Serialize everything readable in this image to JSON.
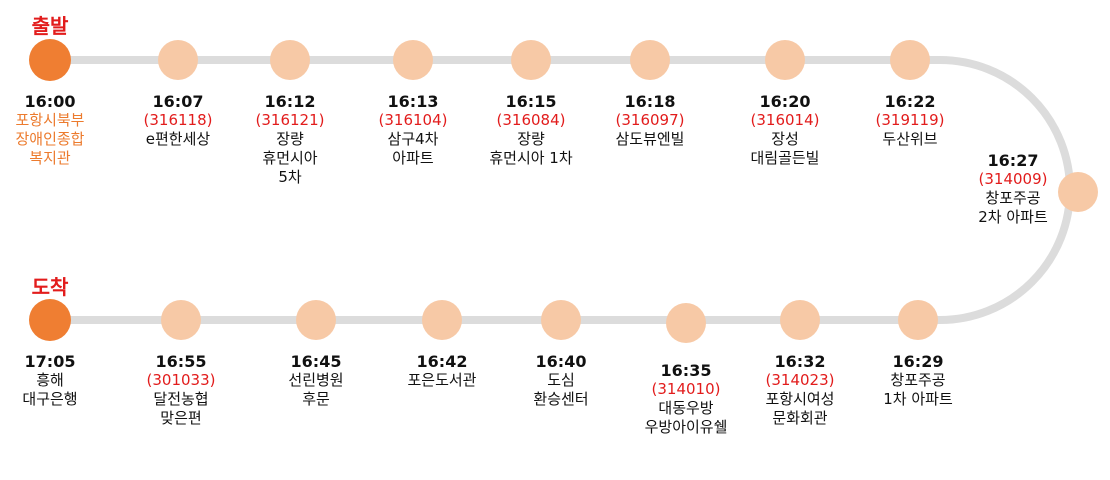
{
  "colors": {
    "track": "#dcdcdc",
    "stop": "#f7c9a6",
    "terminal": "#ef7e32",
    "code": "#e21c1c",
    "origin_name": "#ec7b2e",
    "tag": "#e21c1c"
  },
  "labels": {
    "start": "출발",
    "end": "도착"
  },
  "stops": [
    {
      "time": "16:00",
      "code": "",
      "name": [
        "포항시북부",
        "장애인종합",
        "복지관"
      ],
      "terminal": true
    },
    {
      "time": "16:07",
      "code": "(316118)",
      "name": [
        "e편한세상"
      ]
    },
    {
      "time": "16:12",
      "code": "(316121)",
      "name": [
        "장량",
        "휴먼시아",
        "5차"
      ]
    },
    {
      "time": "16:13",
      "code": "(316104)",
      "name": [
        "삼구4차",
        "아파트"
      ]
    },
    {
      "time": "16:15",
      "code": "(316084)",
      "name": [
        "장량",
        "휴먼시아 1차"
      ]
    },
    {
      "time": "16:18",
      "code": "(316097)",
      "name": [
        "삼도뷰엔빌"
      ]
    },
    {
      "time": "16:20",
      "code": "(316014)",
      "name": [
        "장성",
        "대림골든빌"
      ]
    },
    {
      "time": "16:22",
      "code": "(319119)",
      "name": [
        "두산위브"
      ]
    },
    {
      "time": "16:27",
      "code": "(314009)",
      "name": [
        "창포주공",
        "2차 아파트"
      ]
    },
    {
      "time": "16:29",
      "code": "",
      "name": [
        "창포주공",
        "1차 아파트"
      ]
    },
    {
      "time": "16:32",
      "code": "(314023)",
      "name": [
        "포항시여성",
        "문화회관"
      ]
    },
    {
      "time": "16:35",
      "code": "(314010)",
      "name": [
        "대동우방",
        "우방아이유쉘"
      ]
    },
    {
      "time": "16:40",
      "code": "",
      "name": [
        "도심",
        "환승센터"
      ]
    },
    {
      "time": "16:42",
      "code": "",
      "name": [
        "포은도서관"
      ]
    },
    {
      "time": "16:45",
      "code": "",
      "name": [
        "선린병원",
        "후문"
      ]
    },
    {
      "time": "16:55",
      "code": "(301033)",
      "name": [
        "달전농협",
        "맞은편"
      ]
    },
    {
      "time": "17:05",
      "code": "",
      "name": [
        "흥해",
        "대구은행"
      ],
      "terminal": true
    }
  ]
}
